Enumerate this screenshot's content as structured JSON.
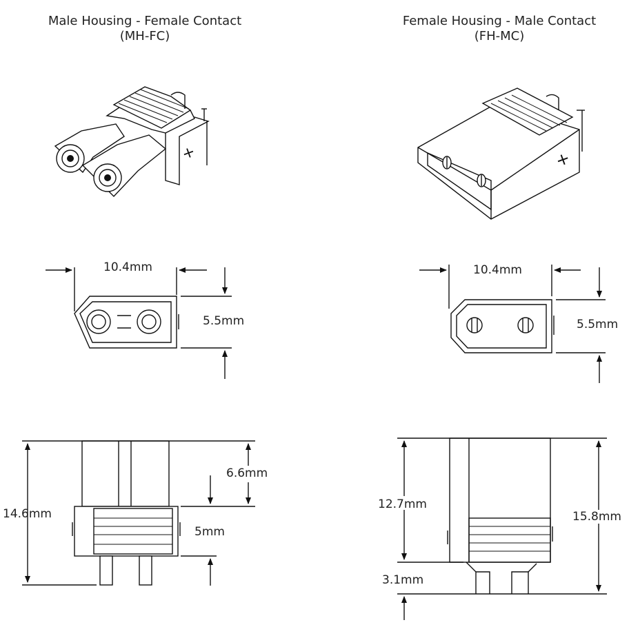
{
  "left": {
    "title": "Male Housing  - Female Contact",
    "subtitle": "(MH-FC)",
    "front_width": "10.4mm",
    "front_height": "5.5mm",
    "side_total": "14.6mm",
    "side_upper": "6.6mm",
    "side_lower": "5mm",
    "plus_symbol": "+"
  },
  "right": {
    "title": "Female Housing  - Male Contact",
    "subtitle": "(FH-MC)",
    "front_width": "10.4mm",
    "front_height": "5.5mm",
    "side_body": "12.7mm",
    "side_total": "15.8mm",
    "side_pin": "3.1mm",
    "plus_symbol": "+"
  },
  "colors": {
    "line": "#111111",
    "background": "#ffffff"
  }
}
